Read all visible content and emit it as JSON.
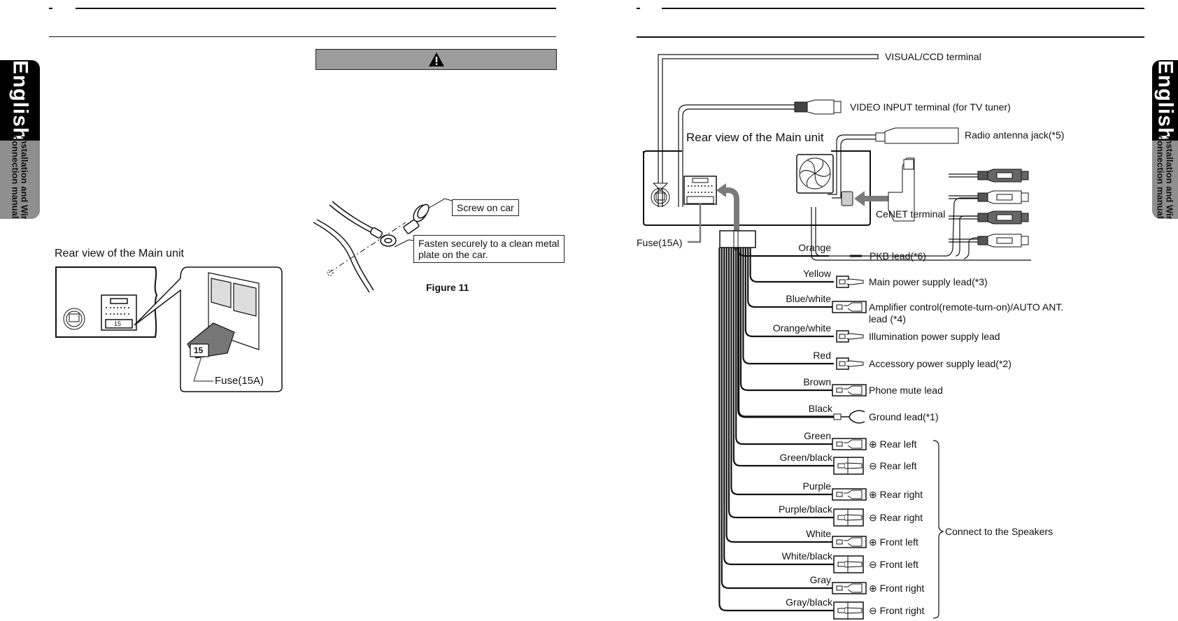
{
  "side_tab": {
    "language": "English",
    "section_line1": "Installation and Wire",
    "section_line2": "connection manual"
  },
  "left_page": {
    "warning_icon": "warning-triangle-icon",
    "ground_figure": {
      "callout_screw": "Screw on car",
      "callout_fasten_line1": "Fasten securely to a clean metal",
      "callout_fasten_line2": "plate on the car.",
      "caption": "Figure 11"
    },
    "fuse_figure": {
      "title": "Rear view of the Main unit",
      "fuse_label": "Fuse(15A)",
      "fuse_rating_mark": "15"
    }
  },
  "right_page": {
    "diagram_title": "Rear view of the Main unit",
    "terminals": {
      "visual_ccd": "VISUAL/CCD terminal",
      "video_input": "VIDEO INPUT terminal (for TV tuner)",
      "radio_antenna": "Radio antenna jack(*5)",
      "cenet": "CeNET terminal",
      "fuse": "Fuse(15A)"
    },
    "leads": [
      {
        "color": "Orange",
        "description": "PKB lead(*6)",
        "connector": "bare"
      },
      {
        "color": "Yellow",
        "description": "Main power supply lead(*3)",
        "connector": "male"
      },
      {
        "color": "Blue/white",
        "description": "Amplifier control(remote-turn-on)/AUTO ANT.",
        "description2": "lead (*4)",
        "connector": "female"
      },
      {
        "color": "Orange/white",
        "description": "Illumination power supply lead",
        "connector": "male"
      },
      {
        "color": "Red",
        "description": "Accessory power supply lead(*2)",
        "connector": "male"
      },
      {
        "color": "Brown",
        "description": "Phone mute lead",
        "connector": "female"
      },
      {
        "color": "Black",
        "description": "Ground lead(*1)",
        "connector": "ring"
      },
      {
        "color": "Green",
        "description": "⊕ Rear left",
        "connector": "female"
      },
      {
        "color": "Green/black",
        "description": "⊖ Rear left",
        "connector": "spade"
      },
      {
        "color": "Purple",
        "description": "⊕ Rear right",
        "connector": "female"
      },
      {
        "color": "Purple/black",
        "description": "⊖ Rear right",
        "connector": "spade"
      },
      {
        "color": "White",
        "description": "⊕ Front left",
        "connector": "female"
      },
      {
        "color": "White/black",
        "description": "⊖ Front left",
        "connector": "spade"
      },
      {
        "color": "Gray",
        "description": "⊕ Front right",
        "connector": "female"
      },
      {
        "color": "Gray/black",
        "description": "⊖ Front right",
        "connector": "spade"
      }
    ],
    "speaker_group_label": "Connect to the Speakers",
    "rca_plugs": [
      {
        "shade": "dark"
      },
      {
        "shade": "light"
      },
      {
        "shade": "dark"
      },
      {
        "shade": "light"
      }
    ]
  },
  "colors": {
    "ink": "#111111",
    "tab_black": "#000000",
    "tab_gray": "#8f8f8f",
    "warning_bar": "#9c9c9c",
    "arrow_gray": "#7a7a7a",
    "rca_dark": "#666666"
  }
}
